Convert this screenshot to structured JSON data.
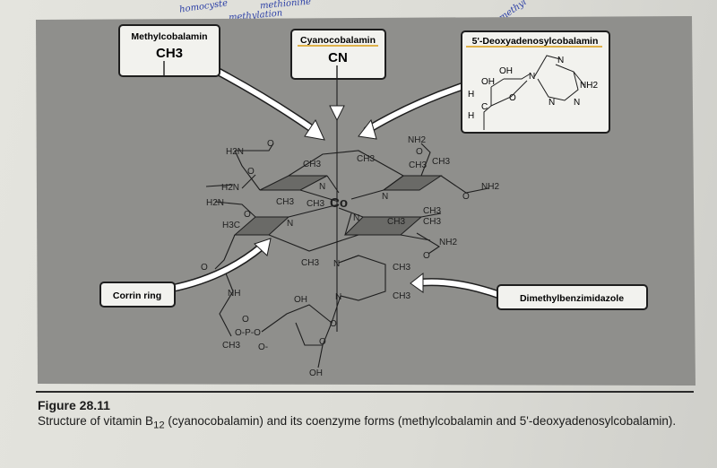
{
  "handwritten_notes": [
    "homocyste",
    "methionine",
    "methylation",
    "methyl"
  ],
  "callouts": {
    "methylcobalamin": {
      "title": "Methylcobalamin",
      "group": "CH3"
    },
    "cyanocobalamin": {
      "title": "Cyanocobalamin",
      "group": "CN"
    },
    "deoxyadenosyl": {
      "title": "5'-Deoxyadenosylcobalamin",
      "atoms": [
        "OH",
        "OH",
        "N",
        "N",
        "NH2",
        "N",
        "N",
        "O",
        "H",
        "H",
        "C"
      ]
    },
    "corrin_ring": {
      "title": "Corrin ring"
    },
    "dimethylbenzimidazole": {
      "title": "Dimethylbenzimidazole"
    }
  },
  "structure_atoms": [
    "H2N",
    "O",
    "CH3",
    "CH3",
    "NH2",
    "O",
    "CH3",
    "CH3",
    "H2N",
    "O",
    "N",
    "N",
    "NH2",
    "O",
    "H2N",
    "CH3",
    "CH3",
    "Co",
    "O",
    "H3C",
    "N",
    "N",
    "CH3",
    "CH3",
    "CH3",
    "NH2",
    "O",
    "CH3",
    "N",
    "N",
    "CH3",
    "CH3",
    "O",
    "NH",
    "OH",
    "O",
    "O-P-O",
    "O",
    "CH3",
    "O-",
    "OH",
    "O"
  ],
  "colors": {
    "panel": "#8f8f8c",
    "ring_shade": "#6a6a67",
    "callout_bg": "#f2f2ee",
    "highlight": "#e0b24a",
    "ink": "#1e1e1e"
  },
  "caption": {
    "figure_label": "Figure 28.11",
    "text_before_sub": "Structure of vitamin B",
    "subscript": "12",
    "text_after_sub": " (cyanocobalamin) and its coenzyme forms (methylcobalamin and 5'-deoxyadenosylcobalamin)."
  }
}
